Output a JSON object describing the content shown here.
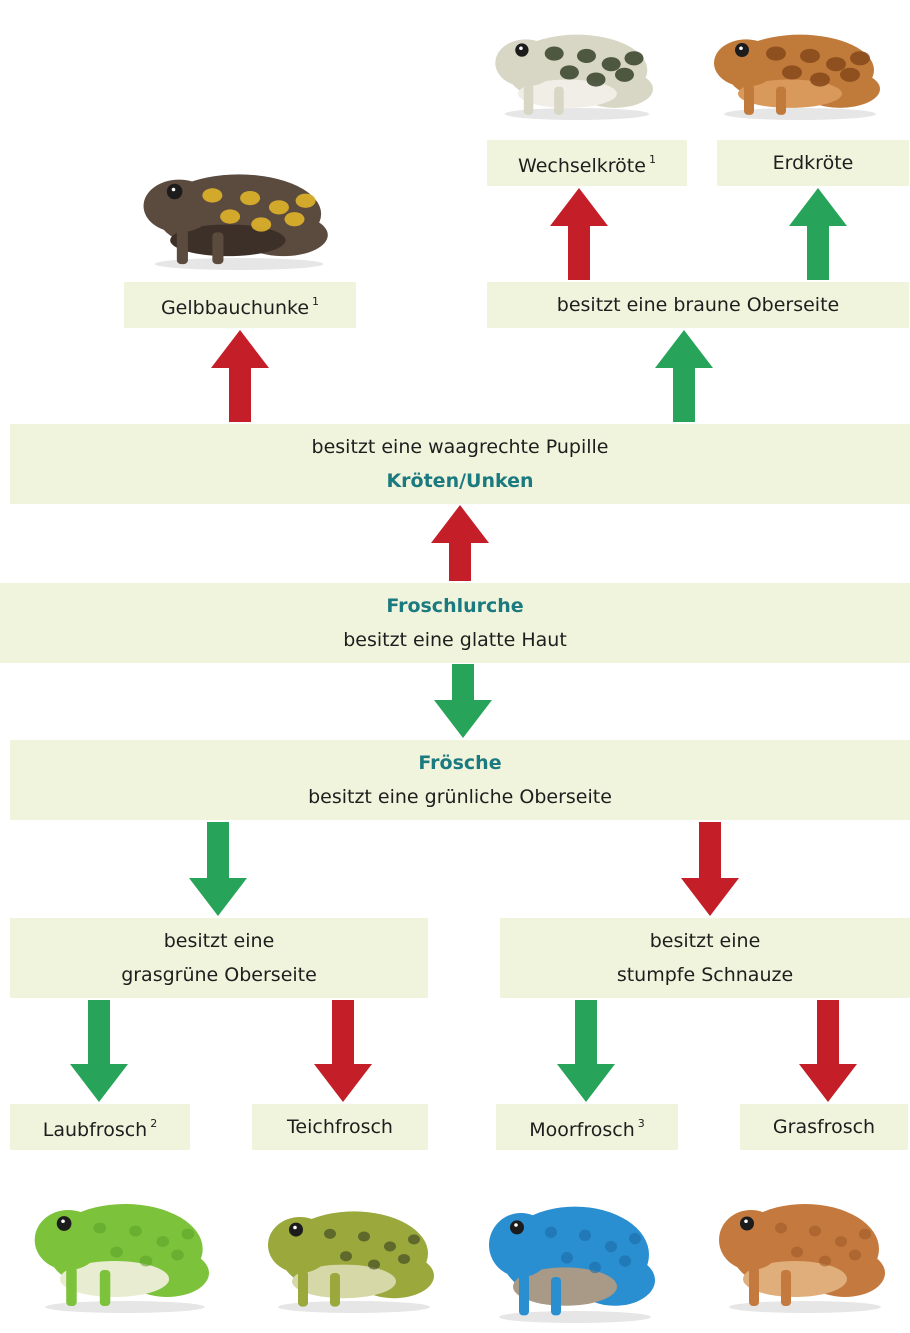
{
  "colors": {
    "box": "#f1f4dc",
    "heading": "#1a7a7f",
    "yes": "#27a35a",
    "no": "#c41e28"
  },
  "species": {
    "wechselkroete": {
      "name": "Wechselkröte",
      "note": "1"
    },
    "erdkroete": {
      "name": "Erdkröte"
    },
    "gelbbauchunke": {
      "name": "Gelbbauchunke",
      "note": "1"
    },
    "laubfrosch": {
      "name": "Laubfrosch",
      "note": "2"
    },
    "teichfrosch": {
      "name": "Teichfrosch"
    },
    "moorfrosch": {
      "name": "Moorfrosch",
      "note": "3"
    },
    "grasfrosch": {
      "name": "Grasfrosch"
    }
  },
  "nodes": {
    "braune_oberseite": "besitzt eine braune Oberseite",
    "waagrechte_pupille": {
      "question": "besitzt eine waagrechte Pupille",
      "group": "Kröten/Unken"
    },
    "froschlurche": {
      "group": "Froschlurche",
      "question": "besitzt eine glatte Haut"
    },
    "froesche": {
      "group": "Frösche",
      "question": "besitzt eine grünliche Oberseite"
    },
    "grasgruene": {
      "line1": "besitzt eine",
      "line2": "grasgrüne Oberseite"
    },
    "stumpfe": {
      "line1": "besitzt eine",
      "line2": "stumpfe Schnauze"
    }
  },
  "photos": [
    {
      "name": "wechselkroete-photo",
      "kind": "toad",
      "body": "#d8d6c4",
      "spots": "#3f4a33",
      "belly": "#f0eee6"
    },
    {
      "name": "erdkroete-photo",
      "kind": "toad",
      "body": "#c07a3a",
      "spots": "#8a4b1e",
      "belly": "#d9995a"
    },
    {
      "name": "gelbbauchunke-photo",
      "kind": "unke",
      "body": "#5b4a3e",
      "spots": "#e0b42a",
      "belly": "#3d3028"
    },
    {
      "name": "laubfrosch-photo",
      "kind": "frog",
      "body": "#7cc23a",
      "spots": "#5ea12a",
      "belly": "#e8ecd0"
    },
    {
      "name": "teichfrosch-photo",
      "kind": "frog",
      "body": "#9aa83c",
      "spots": "#3b3f22",
      "belly": "#d6d8a8"
    },
    {
      "name": "moorfrosch-photo",
      "kind": "frog",
      "body": "#2a8fd0",
      "spots": "#1c6aa8",
      "belly": "#a89a86"
    },
    {
      "name": "grasfrosch-photo",
      "kind": "frog",
      "body": "#c47a3e",
      "spots": "#a05a28",
      "belly": "#e0ae7a"
    }
  ]
}
